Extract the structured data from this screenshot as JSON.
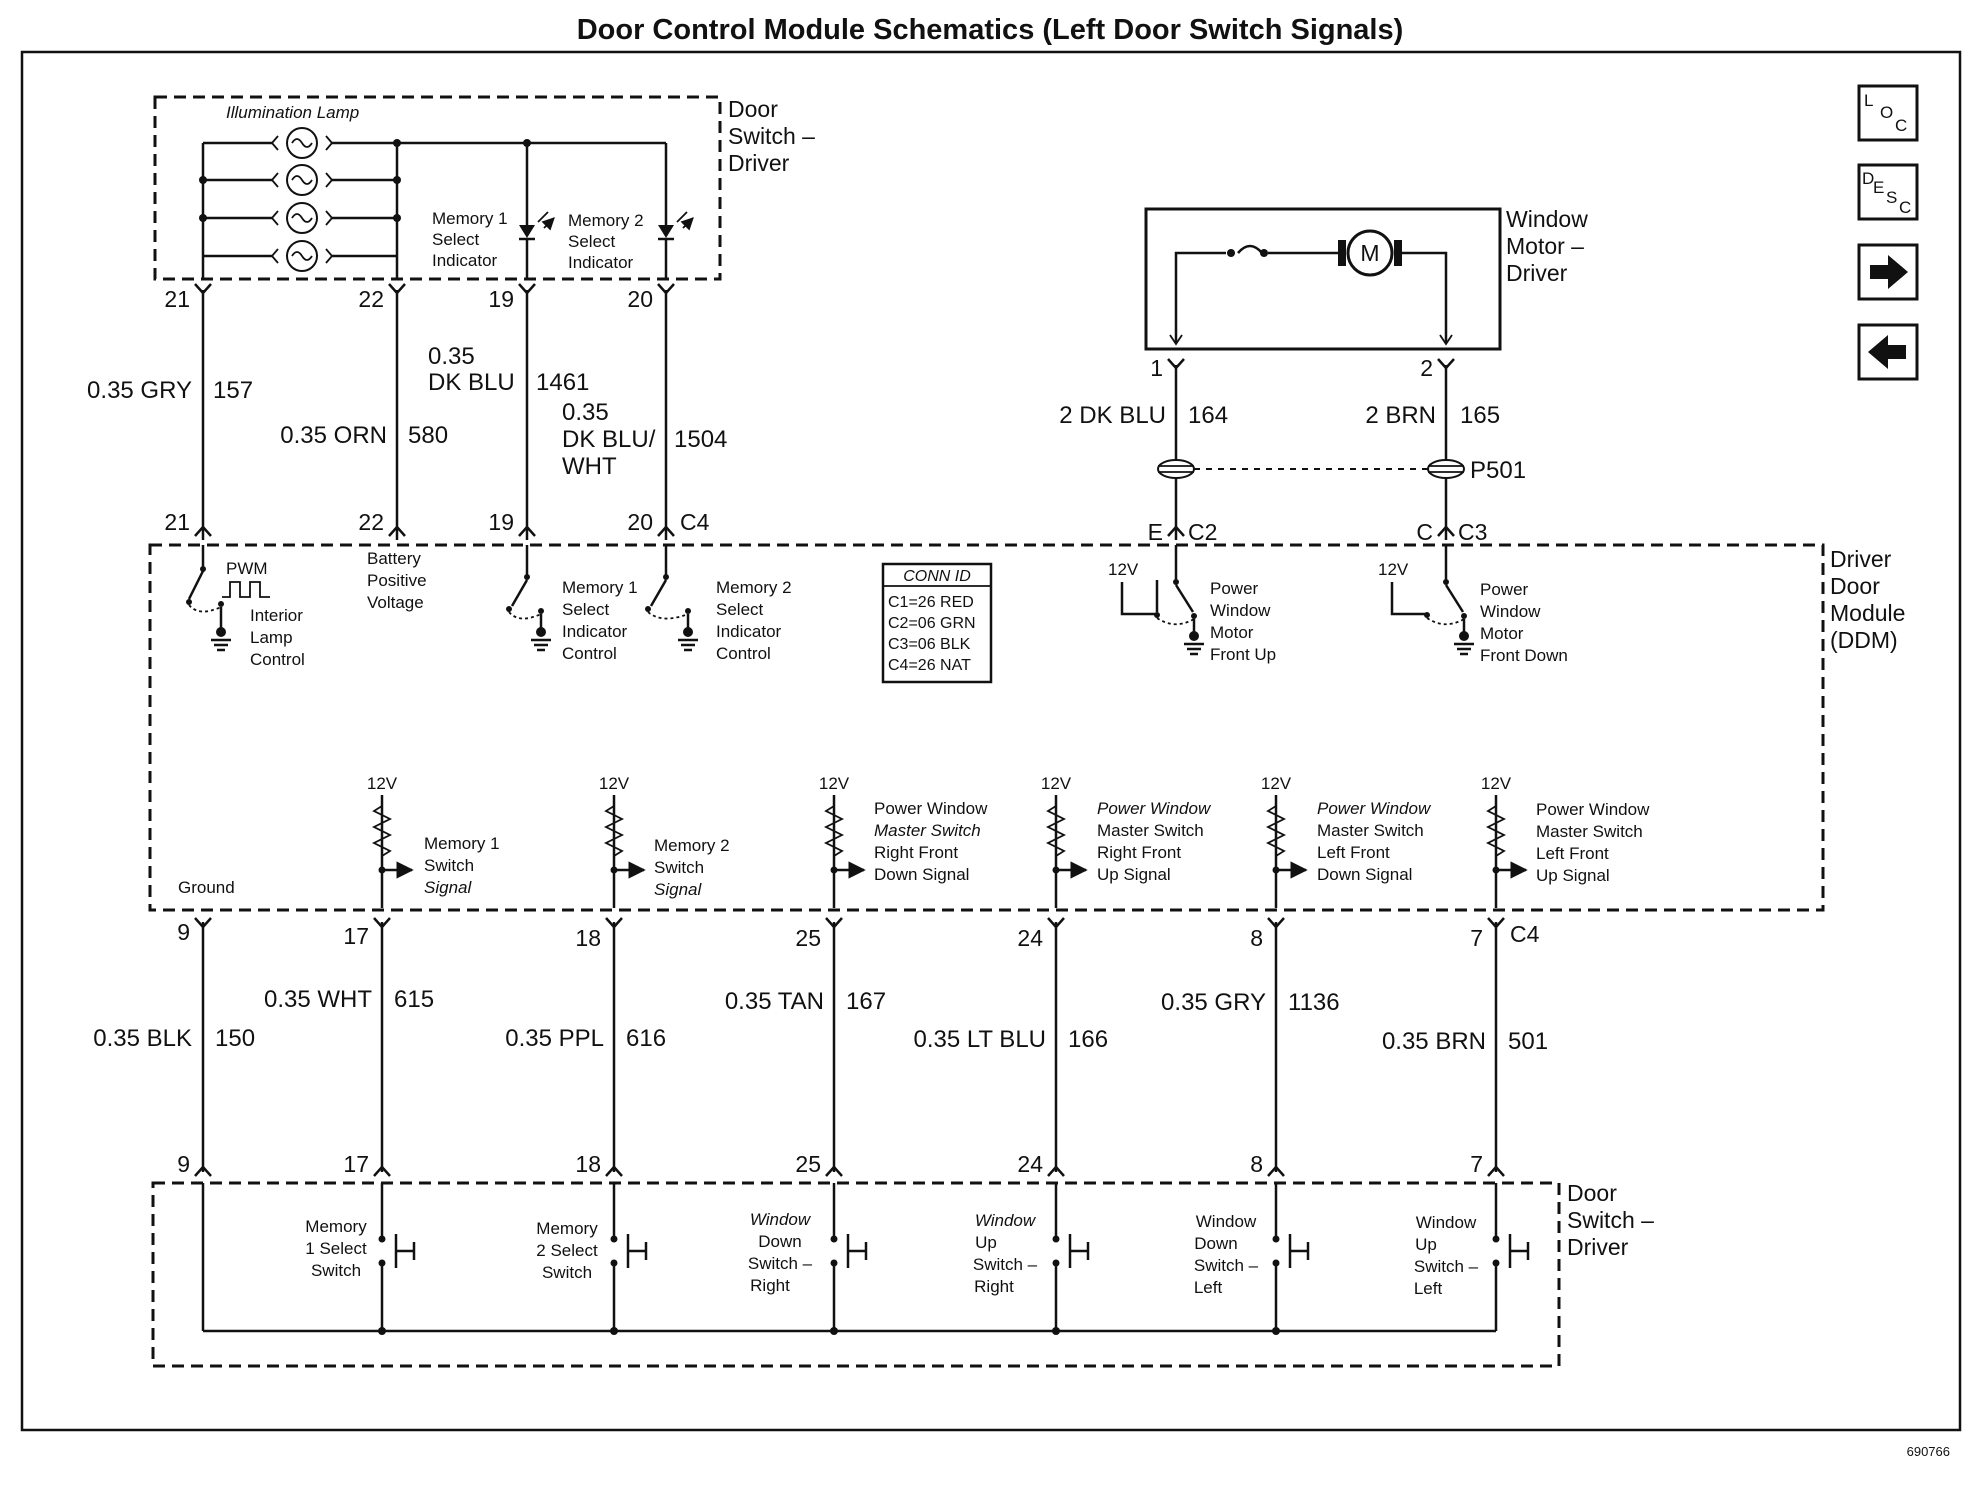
{
  "title": "Door Control Module Schematics (Left Door Switch Signals)",
  "figure_id": "690766",
  "nav_icons": [
    {
      "name": "loc-icon",
      "letters": [
        "L",
        "O",
        "C"
      ]
    },
    {
      "name": "desc-icon",
      "letters": [
        "D",
        "E",
        "S",
        "C"
      ]
    },
    {
      "name": "arrow-right-icon"
    },
    {
      "name": "arrow-left-icon"
    }
  ],
  "components": {
    "door_switch_top": [
      "Door",
      "Switch –",
      "Driver"
    ],
    "illumination": "Illumination  Lamp",
    "memory1_indicator": [
      "Memory 1",
      "Select",
      "Indicator"
    ],
    "memory2_indicator": [
      "Memory 2",
      "Select",
      "Indicator"
    ],
    "window_motor": [
      "Window",
      "Motor –",
      "Driver"
    ],
    "motor_symbol": "M",
    "ddm": [
      "Driver",
      "Door",
      "Module",
      "(DDM)"
    ],
    "door_switch_bottom": [
      "Door",
      "Switch –",
      "Driver"
    ],
    "splice": "P501"
  },
  "top_wires": [
    {
      "gauge": "0.35 GRY",
      "circuit": "157",
      "pin": "21"
    },
    {
      "gauge": "0.35 ORN",
      "circuit": "580",
      "pin": "22"
    },
    {
      "gauge": [
        "0.35",
        "DK BLU"
      ],
      "circuit": "1461",
      "pin": "19"
    },
    {
      "gauge": [
        "0.35",
        "DK BLU/",
        "WHT"
      ],
      "circuit": "1504",
      "pin": "20"
    }
  ],
  "top_connector": "C4",
  "motor_wires": [
    {
      "gauge": "2 DK BLU",
      "circuit": "164",
      "motor_pin": "1",
      "ddm_pin": "E",
      "connector": "C2"
    },
    {
      "gauge": "2 BRN",
      "circuit": "165",
      "motor_pin": "2",
      "ddm_pin": "C",
      "connector": "C3"
    }
  ],
  "ddm_internal": {
    "pwm": "PWM",
    "interior_lamp": [
      "Interior",
      "Lamp",
      "Control"
    ],
    "battery": [
      "Battery",
      "Positive",
      "Voltage"
    ],
    "mem1_ctrl": [
      "Memory 1",
      "Select",
      "Indicator",
      "Control"
    ],
    "mem2_ctrl": [
      "Memory 2",
      "Select",
      "Indicator",
      "Control"
    ],
    "pw_up": [
      "Power",
      "Window",
      "Motor",
      "Front Up"
    ],
    "pw_down": [
      "Power",
      "Window",
      "Motor",
      "Front Down"
    ],
    "v12": "12V",
    "ground": "Ground",
    "mem1_sig": [
      "Memory 1",
      "Switch",
      "Signal"
    ],
    "mem2_sig": [
      "Memory 2",
      "Switch",
      "Signal"
    ],
    "sig_rfd": [
      "Power Window",
      "Master Switch",
      "Right Front",
      "Down Signal"
    ],
    "sig_rfu": [
      "Power Window",
      "Master Switch",
      "Right Front",
      "Up Signal"
    ],
    "sig_lfd": [
      "Power Window",
      "Master Switch",
      "Left Front",
      "Down Signal"
    ],
    "sig_lfu": [
      "Power Window",
      "Master Switch",
      "Left Front",
      "Up Signal"
    ]
  },
  "conn_id": {
    "title": "CONN ID",
    "rows": [
      "C1=26 RED",
      "C2=06 GRN",
      "C3=06 BLK",
      "C4=26 NAT"
    ]
  },
  "bottom_wires": [
    {
      "gauge": "0.35 BLK",
      "circuit": "150",
      "pin": "9"
    },
    {
      "gauge": "0.35 WHT",
      "circuit": "615",
      "pin": "17"
    },
    {
      "gauge": "0.35 PPL",
      "circuit": "616",
      "pin": "18"
    },
    {
      "gauge": "0.35 TAN",
      "circuit": "167",
      "pin": "25"
    },
    {
      "gauge": "0.35 LT BLU",
      "circuit": "166",
      "pin": "24"
    },
    {
      "gauge": "0.35 GRY",
      "circuit": "1136",
      "pin": "8"
    },
    {
      "gauge": "0.35 BRN",
      "circuit": "501",
      "pin": "7"
    }
  ],
  "bottom_connector": "C4",
  "switches": [
    [
      "Memory",
      "1 Select",
      "Switch"
    ],
    [
      "Memory",
      "2 Select",
      "Switch"
    ],
    [
      "Window",
      "Down",
      "Switch –",
      "Right"
    ],
    [
      "Window",
      "Up",
      "Switch –",
      "Right"
    ],
    [
      "Window",
      "Down",
      "Switch –",
      "Left"
    ],
    [
      "Window",
      "Up",
      "Switch –",
      "Left"
    ]
  ]
}
